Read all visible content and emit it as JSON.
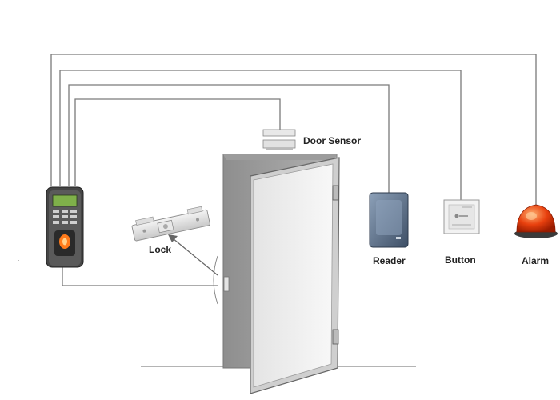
{
  "labels": {
    "door_sensor": "Door Sensor",
    "lock": "Lock",
    "reader": "Reader",
    "button": "Button",
    "alarm": "Alarm"
  },
  "colors": {
    "wire": "#7a7a7a",
    "alarm": "#e0300a",
    "reader_body": "#5b6f86",
    "controller_body": "#3c3c3c",
    "lcd": "#7fb04a",
    "fingerprint_light": "#ff7a1a"
  },
  "icons": {
    "controller": "fingerprint-terminal-icon",
    "lock": "electric-strike-lock-icon",
    "door_sensor": "magnetic-door-sensor-icon",
    "reader": "card-reader-icon",
    "button": "exit-button-icon",
    "alarm": "alarm-siren-icon"
  }
}
